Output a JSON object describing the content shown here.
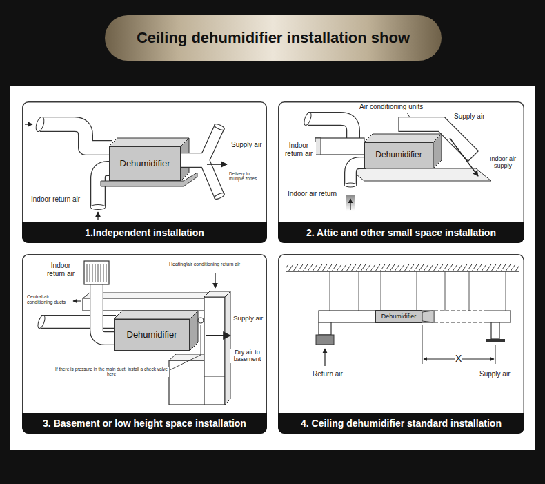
{
  "diagram": {
    "title": "Ceiling dehumidifier installation show",
    "nodes": [
      {
        "text": [
          "1.Independent installation"
        ]
      },
      {
        "text": [
          "Dehumidifier"
        ],
        "in": 0
      },
      {
        "text": [
          "2. Attic and other small space installation"
        ]
      },
      {
        "text": [
          "Dehumidifier"
        ],
        "in": 2
      },
      {
        "text": [
          "3. Basement or low height space installation"
        ]
      },
      {
        "text": [
          "Dehumidifier"
        ],
        "in": 4
      },
      {
        "text": [
          "4. Ceiling dehumidifier standard installation"
        ]
      },
      {
        "text": [
          "Dehumidifier"
        ],
        "in": 6
      }
    ],
    "labels": [
      "Supply air",
      "Delivery to multiple zones",
      "Indoor return air",
      "Air conditioning units",
      "Supply air",
      "Indoor return air",
      "Indoor air supply",
      "Indoor air return",
      "Indoor return air",
      "Heating/air conditioning return air",
      "Central air conditioning ducts",
      "Supply air",
      "Dry air to basement",
      "If there is pressure in the main duct, install a check valve here",
      "X",
      "Return air",
      "Supply air"
    ]
  }
}
